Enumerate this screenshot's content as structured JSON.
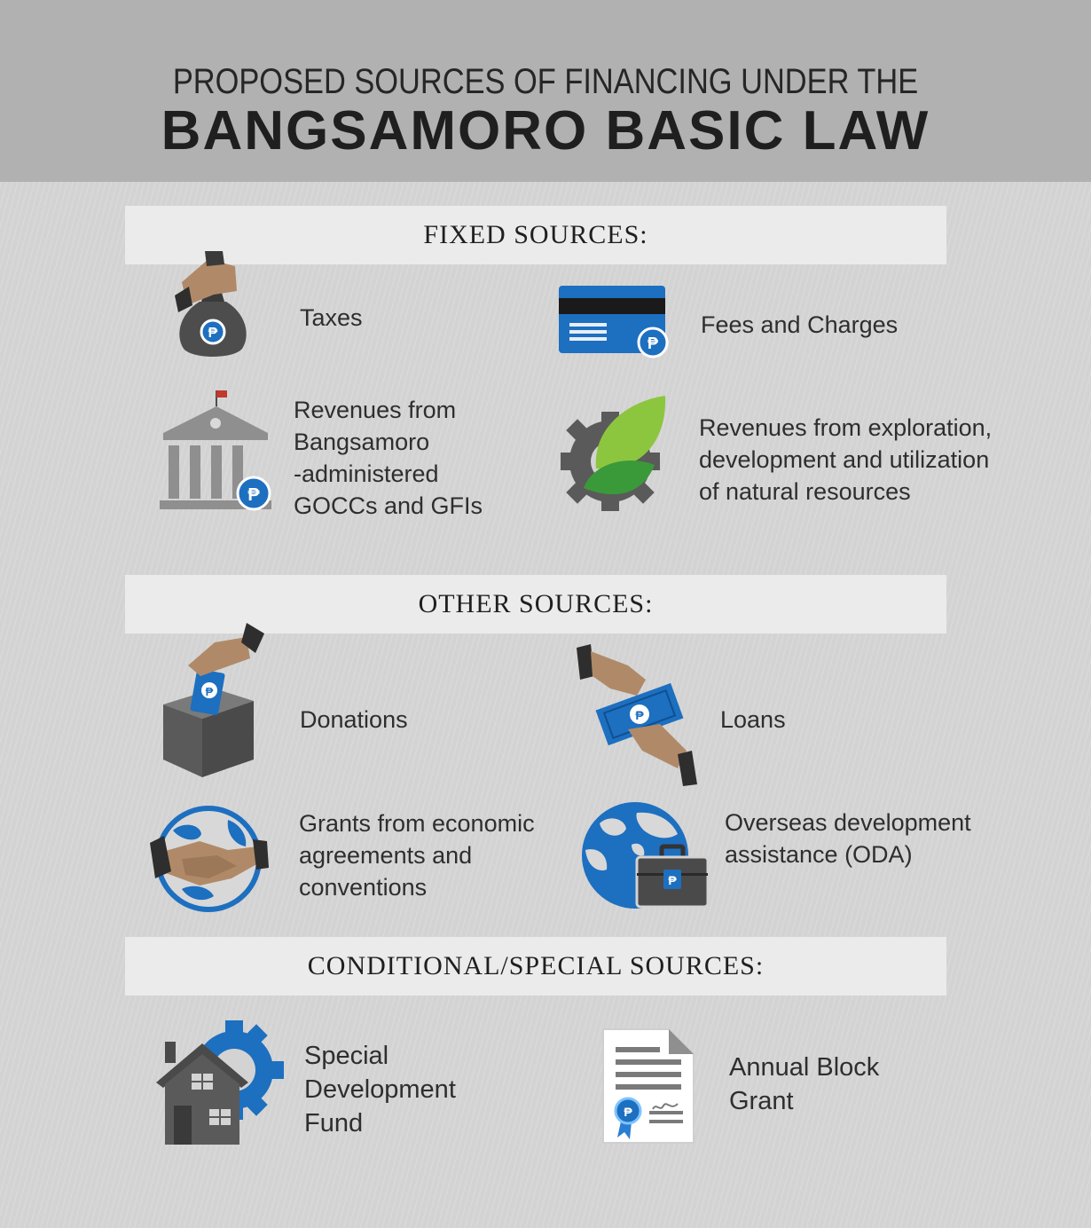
{
  "header": {
    "subtitle": "PROPOSED SOURCES OF FINANCING UNDER THE",
    "title": "BANGSAMORO BASIC LAW"
  },
  "sections": {
    "fixed": {
      "heading": "FIXED SOURCES:",
      "items": {
        "taxes": "Taxes",
        "fees": "Fees and Charges",
        "gocc": [
          "Revenues from",
          "Bangsamoro",
          "-administered",
          "GOCCs and GFIs"
        ],
        "natural": [
          "Revenues from exploration,",
          "development and utilization",
          "of natural resources"
        ]
      }
    },
    "other": {
      "heading": "OTHER SOURCES:",
      "items": {
        "donations": "Donations",
        "loans": "Loans",
        "grants": [
          "Grants from economic",
          "agreements and",
          "conventions"
        ],
        "oda": [
          "Overseas development",
          "assistance (ODA)"
        ]
      }
    },
    "conditional": {
      "heading": "CONDITIONAL/SPECIAL SOURCES:",
      "items": {
        "sdf": [
          "Special",
          "Development",
          "Fund"
        ],
        "abg": [
          "Annual Block",
          "Grant"
        ]
      }
    }
  },
  "icons": {
    "peso_symbol": "₱",
    "taxes": "money-bag-icon",
    "fees": "credit-card-icon",
    "gocc": "government-building-icon",
    "natural": "gear-leaf-icon",
    "donations": "donation-box-icon",
    "loans": "cash-exchange-icon",
    "grants": "globe-handshake-icon",
    "oda": "globe-briefcase-icon",
    "sdf": "house-gear-icon",
    "abg": "certificate-document-icon"
  },
  "colors": {
    "blue": "#1d6fc0",
    "dark_gray": "#4d4d4d",
    "skin": "#b08a68",
    "green": "#4caf3a",
    "header_bg": "#b1b1b1",
    "bar_bg": "#ebebeb"
  }
}
